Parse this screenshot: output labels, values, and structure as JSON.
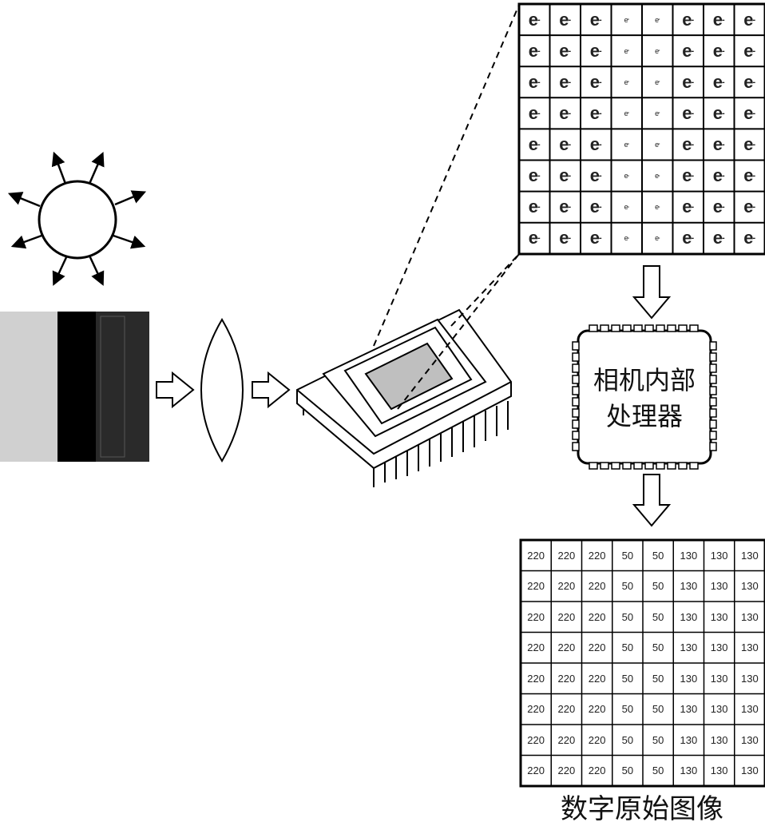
{
  "processor": {
    "line1": "相机内部",
    "line2": "处理器"
  },
  "caption": "数字原始图像",
  "sensor_grid": {
    "rows": 8,
    "symbols": [
      "e",
      "e",
      "e",
      "e",
      "e",
      "e",
      "e",
      "e"
    ],
    "strength": [
      "strong",
      "strong",
      "strong",
      "weak",
      "weak",
      "strong",
      "strong",
      "strong"
    ]
  },
  "pixel_values": [
    [
      220,
      220,
      220,
      50,
      50,
      130,
      130,
      130
    ],
    [
      220,
      220,
      220,
      50,
      50,
      130,
      130,
      130
    ],
    [
      220,
      220,
      220,
      50,
      50,
      130,
      130,
      130
    ],
    [
      220,
      220,
      220,
      50,
      50,
      130,
      130,
      130
    ],
    [
      220,
      220,
      220,
      50,
      50,
      130,
      130,
      130
    ],
    [
      220,
      220,
      220,
      50,
      50,
      130,
      130,
      130
    ],
    [
      220,
      220,
      220,
      50,
      50,
      130,
      130,
      130
    ],
    [
      220,
      220,
      220,
      50,
      50,
      130,
      130,
      130
    ]
  ],
  "scene_colors": [
    "#d0d0d0",
    "#000000",
    "#2a2a2a"
  ]
}
